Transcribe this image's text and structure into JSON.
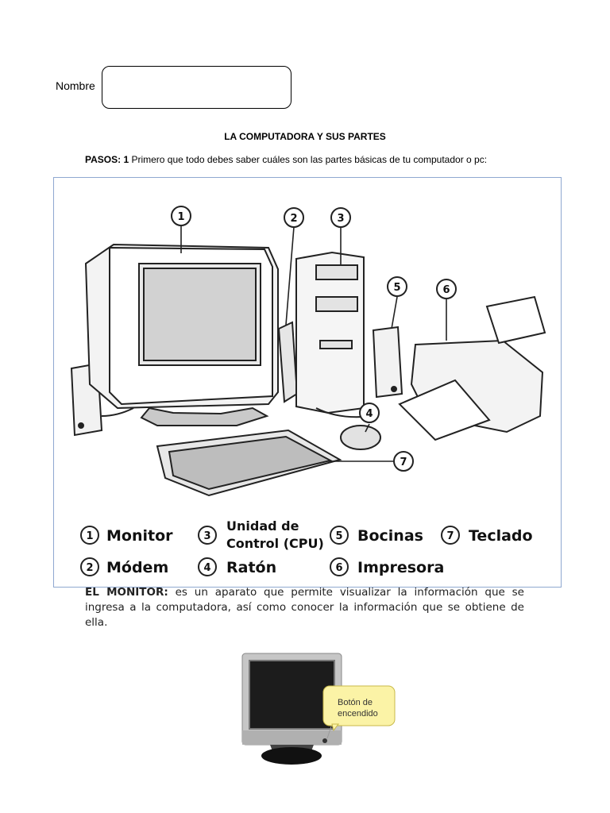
{
  "header": {
    "name_label": "Nombre"
  },
  "title": "LA COMPUTADORA Y SUS PARTES",
  "step": {
    "label": "PASOS: 1",
    "text": " Primero que todo debes saber cuáles son las partes básicas de tu computador o pc:"
  },
  "figure": {
    "callouts": [
      "1",
      "2",
      "3",
      "4",
      "5",
      "6",
      "7"
    ],
    "legend": [
      {
        "num": "1",
        "label": "Monitor"
      },
      {
        "num": "2",
        "label": "Módem"
      },
      {
        "num": "3",
        "label_line1": "Unidad de",
        "label_line2": "Control (CPU)"
      },
      {
        "num": "4",
        "label": "Ratón"
      },
      {
        "num": "5",
        "label": "Bocinas"
      },
      {
        "num": "6",
        "label": "Impresora"
      },
      {
        "num": "7",
        "label": "Teclado"
      }
    ]
  },
  "paragraph": {
    "lead": "EL MONITOR:",
    "text": " es un aparato que permite visualizar la información que se ingresa a la computadora, así como conocer la información que se obtiene de ella."
  },
  "monitor_image": {
    "callout": "Botón de encendido",
    "callout_line1": "Botón de",
    "callout_line2": "encendido"
  }
}
